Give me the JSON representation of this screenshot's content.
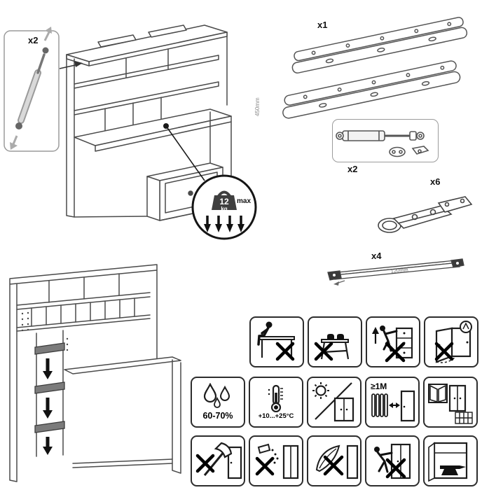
{
  "document": {
    "type": "furniture-assembly-instruction-sheet"
  },
  "detail_callout": {
    "qty": "x2",
    "icon": "gas-strut-icon"
  },
  "max_load_badge": {
    "value": "12",
    "unit": "kg",
    "suffix": "max",
    "icon": "weight-icon"
  },
  "hardware": {
    "drawer_slides": {
      "qty": "x1",
      "dimension": "450mm",
      "icon": "drawer-slide-rails-icon"
    },
    "gas_strut": {
      "qty": "x2",
      "icon": "gas-strut-icon"
    },
    "cup_hinge": {
      "qty": "x6",
      "icon": "cup-hinge-icon"
    },
    "handle_rail": {
      "qty": "x4",
      "dimension": "120mm",
      "icon": "rail-bar-icon"
    }
  },
  "care_symbols": {
    "row1": [
      {
        "name": "no-sitting",
        "icon": "no-sitting-icon"
      },
      {
        "name": "no-standing",
        "icon": "no-standing-icon"
      },
      {
        "name": "no-climbing",
        "icon": "no-climbing-icon"
      },
      {
        "name": "door-collision-warning",
        "icon": "door-collision-icon"
      }
    ],
    "row2": [
      {
        "name": "humidity-range",
        "label": "60-70%",
        "icon": "water-drops-icon"
      },
      {
        "name": "temperature-range",
        "label": "+10...+25°C",
        "icon": "thermometer-icon"
      },
      {
        "name": "avoid-direct-sunlight",
        "icon": "sun-cabinet-icon"
      },
      {
        "name": "keep-distance-from-heat",
        "label": "≥1M",
        "icon": "radiator-cabinet-icon"
      },
      {
        "name": "ventilated-room",
        "icon": "window-cabinet-icon"
      }
    ],
    "row3": [
      {
        "name": "no-sharp-tools",
        "icon": "axe-icon"
      },
      {
        "name": "no-spilling",
        "icon": "pouring-icon"
      },
      {
        "name": "no-harsh-cleaners",
        "icon": "feather-icon"
      },
      {
        "name": "no-pushing-loaded",
        "icon": "person-pushing-cabinet-icon"
      },
      {
        "name": "heavy-load",
        "icon": "anvil-in-cabinet-icon"
      }
    ]
  }
}
